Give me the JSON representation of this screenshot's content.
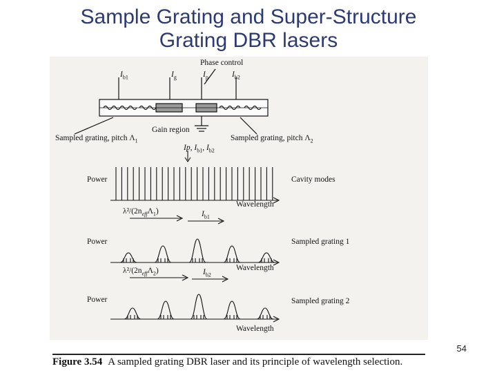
{
  "slide": {
    "title_line1": "Sample Grating and Super-Structure",
    "title_line2": "Grating DBR  lasers",
    "page_number": "54"
  },
  "figure": {
    "label": "Figure 3.54",
    "caption": "A sampled grating DBR laser and its principle of wavelength selection.",
    "device": {
      "phase_control": "Phase control",
      "current_ib1": "I",
      "current_ib1_sub": "b1",
      "current_ig": "I",
      "current_ig_sub": "g",
      "current_ip": "I",
      "current_ip_sub": "p",
      "current_ib2": "I",
      "current_ib2_sub": "b2",
      "gain_region": "Gain region",
      "sampled_left": "Sampled grating, pitch Λ",
      "sampled_left_sub": "1",
      "sampled_right": "Sampled grating, pitch Λ",
      "sampled_right_sub": "2"
    },
    "panel1": {
      "currents": "I",
      "currents_rest": "p, I",
      "currents_b1": "b1",
      "currents_b2": "b2",
      "y_label": "Power",
      "right_label": "Cavity modes",
      "x_label": "Wavelength"
    },
    "panel2": {
      "spacing": "λ²/(2n",
      "spacing_eff": "eff",
      "spacing_tail": "Λ",
      "spacing_sub": "1",
      "current": "I",
      "current_sub": "b1",
      "y_label": "Power",
      "right_label": "Sampled grating 1",
      "x_label": "Wavelength"
    },
    "panel3": {
      "spacing": "λ²/(2n",
      "spacing_eff": "eff",
      "spacing_tail": "Λ",
      "spacing_sub": "2",
      "current": "I",
      "current_sub": "b2",
      "y_label": "Power",
      "right_label": "Sampled grating 2",
      "x_label": "Wavelength"
    }
  }
}
